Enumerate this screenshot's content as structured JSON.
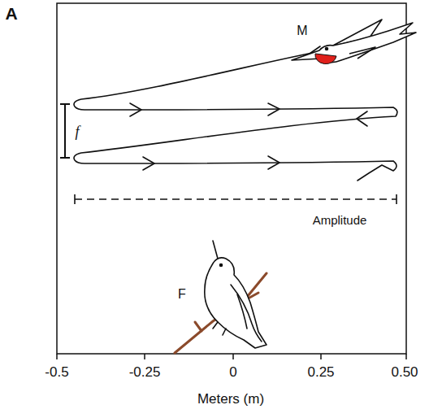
{
  "diagram": {
    "labels": [
      "A",
      "M",
      "f",
      "Amplitude",
      "F",
      "-0.5",
      "-0.25",
      "0",
      "0.25",
      "0.50",
      "Meters (m)"
    ]
  }
}
